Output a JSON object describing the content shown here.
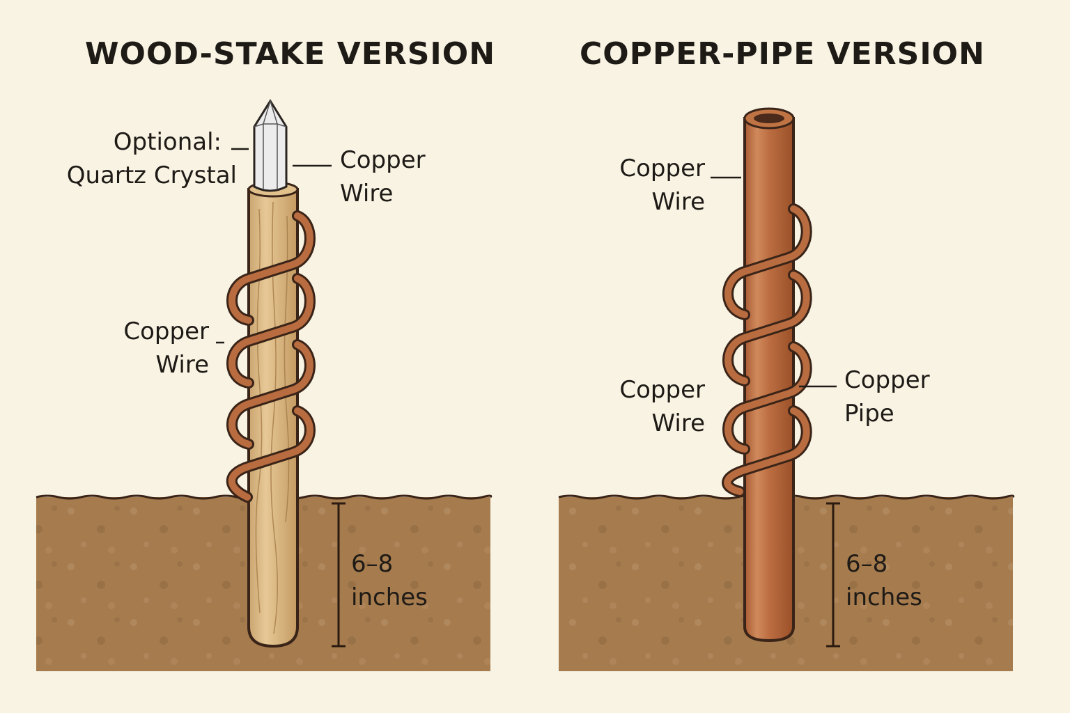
{
  "left_panel": {
    "title": "WOOD-STAKE VERSION",
    "labels": {
      "crystal_line1": "Optional:",
      "crystal_line2": "Quartz Crystal",
      "top_wire_line1": "Copper",
      "top_wire_line2": "Wire",
      "mid_wire_line1": "Copper",
      "mid_wire_line2": "Wire",
      "depth_line1": "6–8",
      "depth_line2": "inches"
    }
  },
  "right_panel": {
    "title": "COPPER-PIPE VERSION",
    "labels": {
      "top_wire_line1": "Copper",
      "top_wire_line2": "Wire",
      "low_wire_line1": "Copper",
      "low_wire_line2": "Wire",
      "pipe_line1": "Copper",
      "pipe_line2": "Pipe",
      "depth_line1": "6–8",
      "depth_line2": "inches"
    }
  },
  "colors": {
    "background": "#f8f3e3",
    "soil": "#a47a4c",
    "wood": "#d9b781",
    "copper": "#b8663c",
    "wire": "#b56a3e",
    "outline": "#3a2418",
    "crystal": "#e9e9e9"
  }
}
